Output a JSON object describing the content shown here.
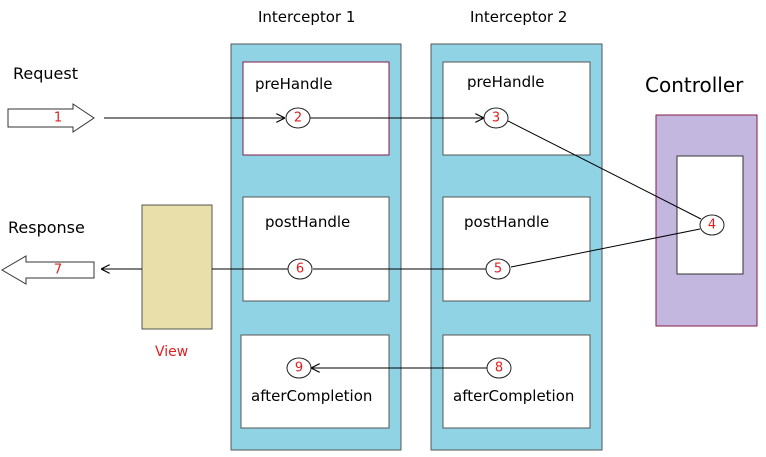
{
  "interceptor1": {
    "title": "Interceptor 1",
    "pre": "preHandle",
    "post": "postHandle",
    "after": "afterCompletion"
  },
  "interceptor2": {
    "title": "Interceptor 2",
    "pre": "preHandle",
    "post": "postHandle",
    "after": "afterCompletion"
  },
  "controller": {
    "title": "Controller"
  },
  "request": {
    "label": "Request"
  },
  "response": {
    "label": "Response"
  },
  "view": {
    "label": "View"
  },
  "steps": [
    "1",
    "2",
    "3",
    "4",
    "5",
    "6",
    "7",
    "8",
    "9"
  ],
  "colors": {
    "interceptor_fill": "#8fd3e4",
    "controller_fill": "#c3b7e0",
    "controller_border": "#8a1a4a",
    "view_fill": "#e8dfaa",
    "step_number": "#e02020"
  }
}
